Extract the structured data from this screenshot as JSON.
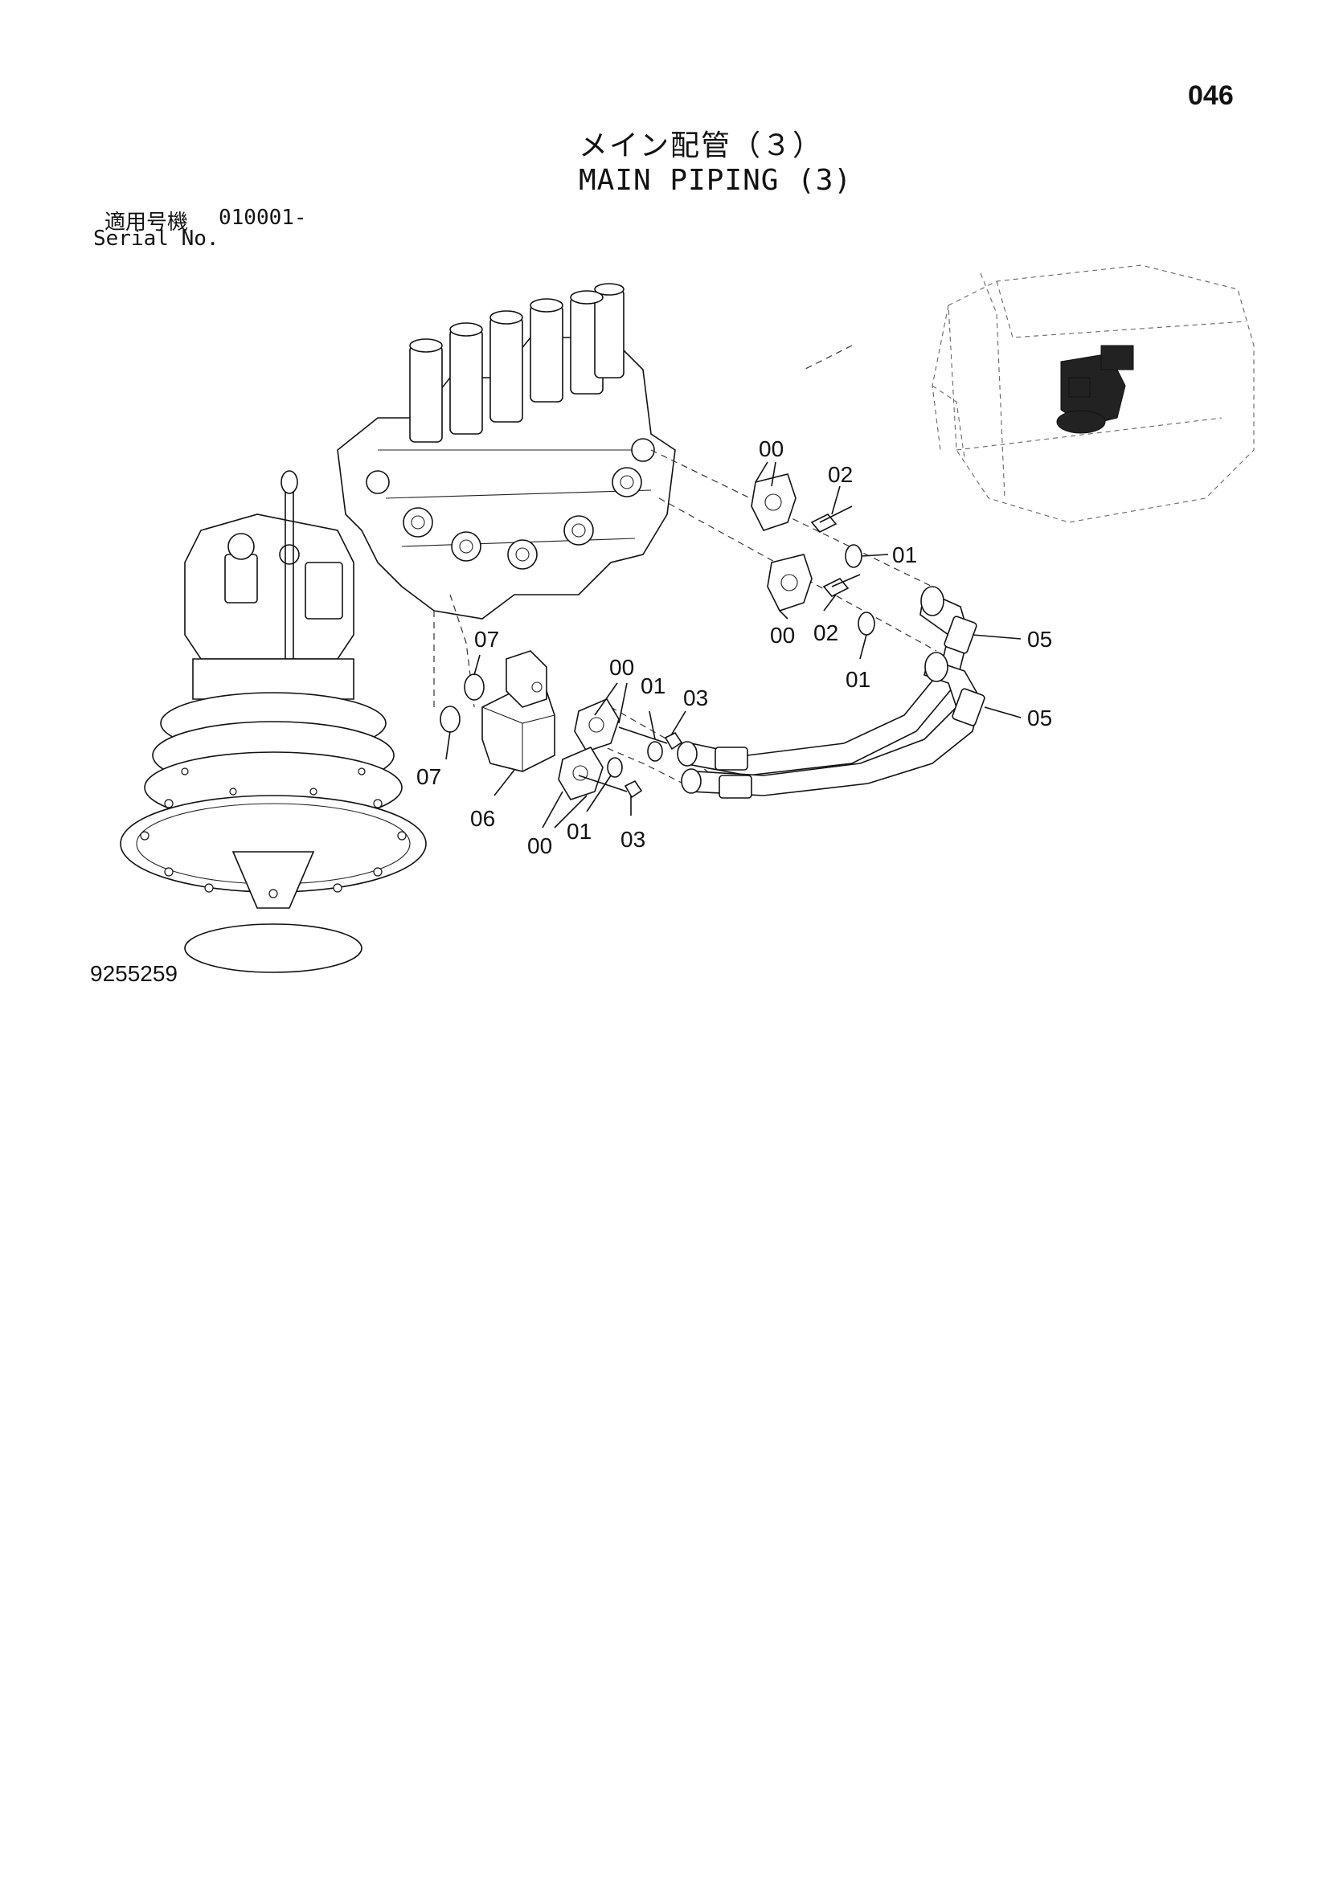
{
  "header": {
    "page_number": "046",
    "title_ja": "メイン配管（３）",
    "title_en": "MAIN PIPING (3)",
    "serial_label_ja": "適用号機",
    "serial_value": "010001-",
    "serial_label_en": "Serial No."
  },
  "figure": {
    "figure_number": "9255259",
    "callouts": {
      "c00_a": "00",
      "c02_a": "02",
      "c01_a": "01",
      "c00_b": "00",
      "c02_b": "02",
      "c01_b": "01",
      "c05_a": "05",
      "c05_b": "05",
      "c07_a": "07",
      "c07_b": "07",
      "c00_c": "00",
      "c01_c": "01",
      "c03_a": "03",
      "c06": "06",
      "c00_d": "00",
      "c01_d": "01",
      "c03_b": "03"
    }
  }
}
